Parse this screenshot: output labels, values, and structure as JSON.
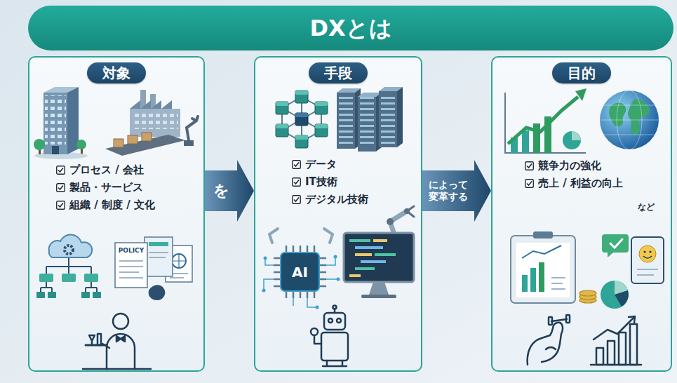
{
  "diagram": {
    "title": "DXとは",
    "nodes": [
      {
        "text": [
          "対象",
          "プロセス / 会社",
          "製品・サービス",
          "組織 / 制度 / 文化"
        ]
      },
      {
        "text": [
          "手段",
          "データ",
          "IT技術",
          "デジタル技術"
        ]
      },
      {
        "text": [
          "目的",
          "競争力の強化",
          "売上 / 利益の向上",
          "など"
        ]
      }
    ],
    "edges": [
      {
        "from": 0,
        "to": 1,
        "arrow": "to",
        "label": "を"
      },
      {
        "from": 1,
        "to": 2,
        "arrow": "to",
        "label": "によって 変革する"
      }
    ],
    "labels": [
      "POLICY",
      "AI"
    ]
  }
}
